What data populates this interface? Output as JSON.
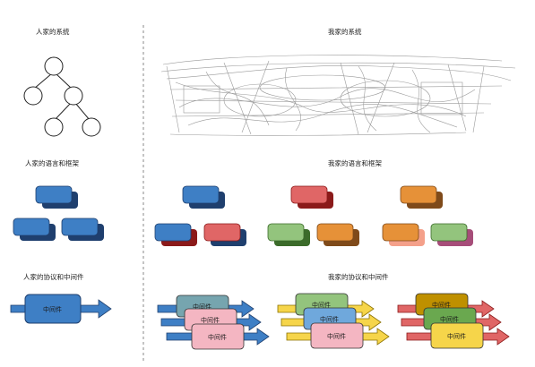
{
  "left": {
    "system_title": "人家的系统",
    "lang_title": "人家的语言和框架",
    "protocol_title": "人家的协议和中间件",
    "middleware_label": "中间件"
  },
  "right": {
    "system_title": "我家的系统",
    "lang_title": "我家的语言和框架",
    "protocol_title": "我家的协议和中间件",
    "middleware_label": "中间件"
  },
  "colors": {
    "blue": "#3e7fc5",
    "navy": "#1f3f6e",
    "red": "#e06666",
    "darkred": "#8b1a1a",
    "green": "#93c47d",
    "darkgreen": "#3b6b2a",
    "orange": "#e69138",
    "brown": "#7f4a1a",
    "salmon": "#f4a08a",
    "purple": "#a64d79",
    "teal": "#76a5af",
    "pink": "#f4b6c2",
    "yellow": "#f6d54a",
    "gold": "#bf9000",
    "lightblue": "#6fa8dc"
  }
}
